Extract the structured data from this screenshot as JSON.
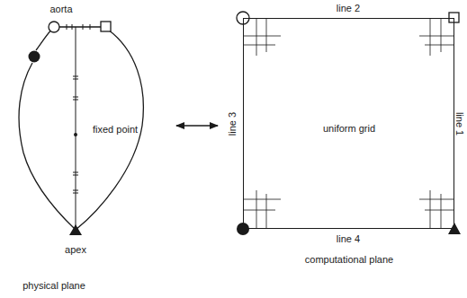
{
  "diagram": {
    "nodes": [
      {
        "text": [
          "fixed point",
          "physical plane"
        ]
      },
      {
        "text": [
          "uniform grid",
          "computational plane"
        ]
      }
    ],
    "edges": [
      {
        "from": 0,
        "to": 1,
        "arrow": "both"
      }
    ],
    "labels": [
      "aorta",
      "apex",
      "line 2",
      "line 1",
      "line 3",
      "line 4"
    ]
  }
}
